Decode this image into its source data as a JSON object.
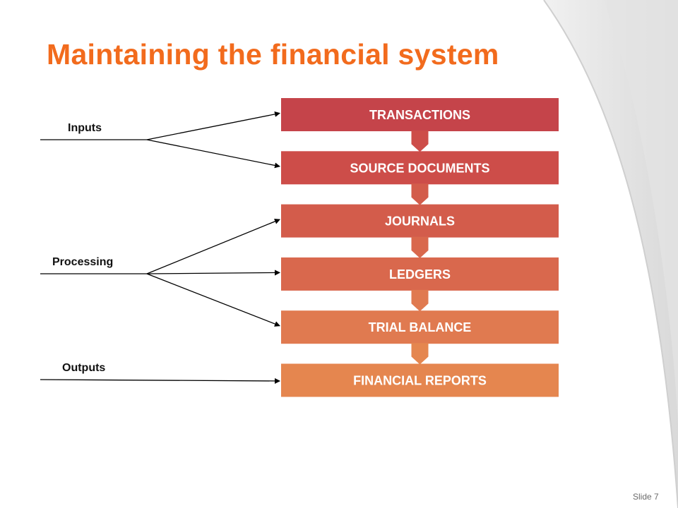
{
  "slide": {
    "title": "Maintaining the financial system",
    "number_label": "Slide 7"
  },
  "colors": {
    "title": "#f26b1d",
    "boxes": [
      "#c5444a",
      "#cd4d49",
      "#d35c4b",
      "#d9684d",
      "#e07a50",
      "#e5864f"
    ]
  },
  "flow": {
    "boxes": [
      {
        "label": "TRANSACTIONS"
      },
      {
        "label": "SOURCE DOCUMENTS"
      },
      {
        "label": "JOURNALS"
      },
      {
        "label": "LEDGERS"
      },
      {
        "label": "TRIAL BALANCE"
      },
      {
        "label": "FINANCIAL REPORTS"
      }
    ],
    "stages": [
      {
        "label": "Inputs",
        "targets": [
          0,
          1
        ]
      },
      {
        "label": "Processing",
        "targets": [
          2,
          3,
          4
        ]
      },
      {
        "label": "Outputs",
        "targets": [
          5
        ]
      }
    ]
  }
}
